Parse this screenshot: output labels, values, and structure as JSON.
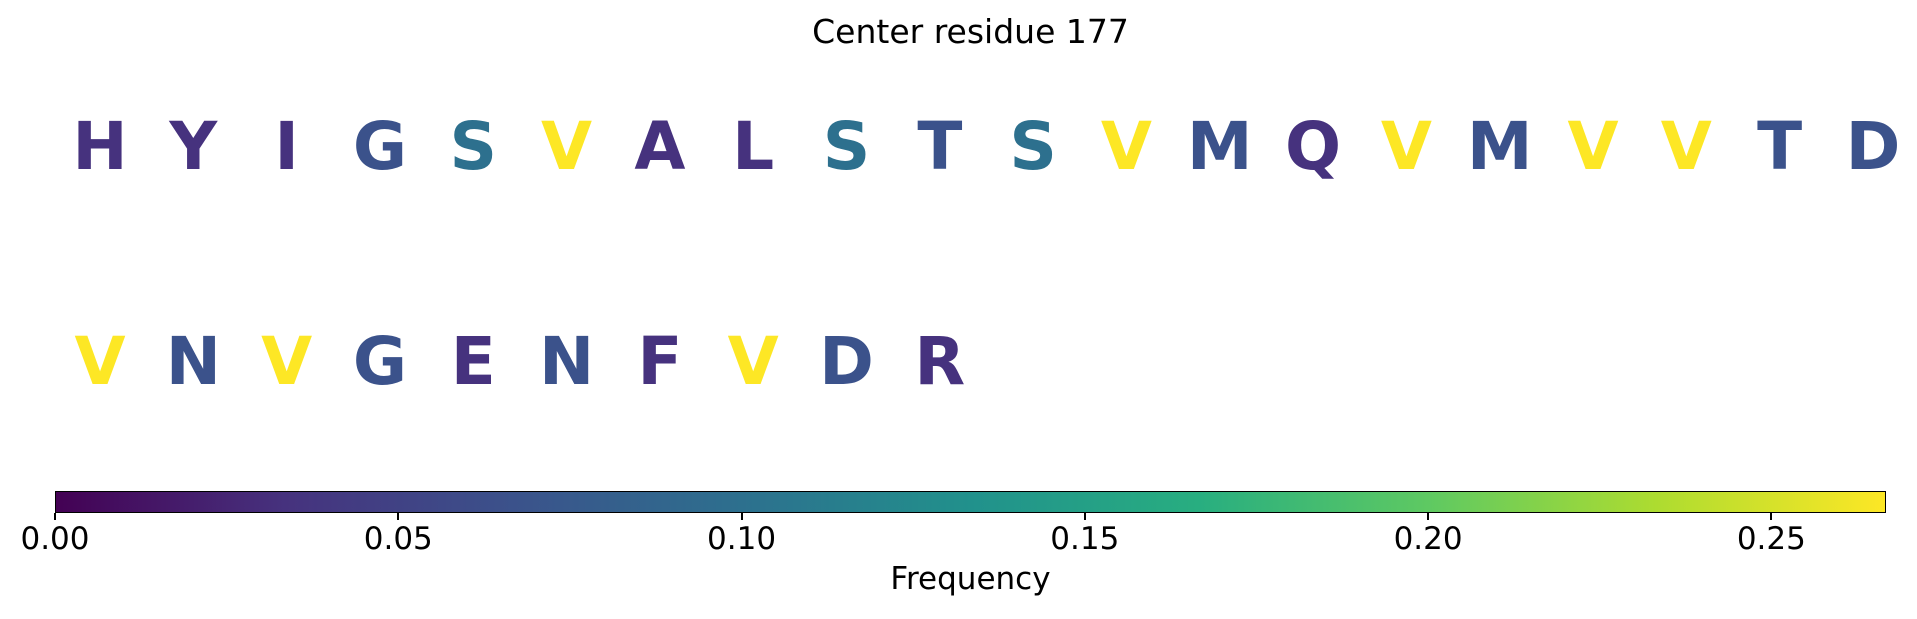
{
  "title": "Center residue 177",
  "chart_data": {
    "type": "heatmap",
    "subtype": "colored-sequence-letters",
    "title": "Center residue 177",
    "description": "Amino-acid letters colored by frequency using the viridis colormap",
    "rows": [
      {
        "letters": [
          {
            "char": "H",
            "frequency": 0.033,
            "color": "#46327e"
          },
          {
            "char": "Y",
            "frequency": 0.033,
            "color": "#46327e"
          },
          {
            "char": "I",
            "frequency": 0.033,
            "color": "#46327e"
          },
          {
            "char": "G",
            "frequency": 0.067,
            "color": "#3b528b"
          },
          {
            "char": "S",
            "frequency": 0.1,
            "color": "#2d708e"
          },
          {
            "char": "V",
            "frequency": 0.267,
            "color": "#fde725"
          },
          {
            "char": "A",
            "frequency": 0.033,
            "color": "#46327e"
          },
          {
            "char": "L",
            "frequency": 0.033,
            "color": "#46327e"
          },
          {
            "char": "S",
            "frequency": 0.1,
            "color": "#2d708e"
          },
          {
            "char": "T",
            "frequency": 0.067,
            "color": "#3b528b"
          },
          {
            "char": "S",
            "frequency": 0.1,
            "color": "#2d708e"
          },
          {
            "char": "V",
            "frequency": 0.267,
            "color": "#fde725"
          },
          {
            "char": "M",
            "frequency": 0.067,
            "color": "#3b528b"
          },
          {
            "char": "Q",
            "frequency": 0.033,
            "color": "#46327e"
          },
          {
            "char": "V",
            "frequency": 0.267,
            "color": "#fde725"
          },
          {
            "char": "M",
            "frequency": 0.067,
            "color": "#3b528b"
          },
          {
            "char": "V",
            "frequency": 0.267,
            "color": "#fde725"
          },
          {
            "char": "V",
            "frequency": 0.267,
            "color": "#fde725"
          },
          {
            "char": "T",
            "frequency": 0.067,
            "color": "#3b528b"
          },
          {
            "char": "D",
            "frequency": 0.067,
            "color": "#3b528b"
          }
        ]
      },
      {
        "letters": [
          {
            "char": "V",
            "frequency": 0.267,
            "color": "#fde725"
          },
          {
            "char": "N",
            "frequency": 0.067,
            "color": "#3b528b"
          },
          {
            "char": "V",
            "frequency": 0.267,
            "color": "#fde725"
          },
          {
            "char": "G",
            "frequency": 0.067,
            "color": "#3b528b"
          },
          {
            "char": "E",
            "frequency": 0.033,
            "color": "#46327e"
          },
          {
            "char": "N",
            "frequency": 0.067,
            "color": "#3b528b"
          },
          {
            "char": "F",
            "frequency": 0.033,
            "color": "#46327e"
          },
          {
            "char": "V",
            "frequency": 0.267,
            "color": "#fde725"
          },
          {
            "char": "D",
            "frequency": 0.067,
            "color": "#3b528b"
          },
          {
            "char": "R",
            "frequency": 0.033,
            "color": "#46327e"
          }
        ]
      }
    ],
    "colorbar": {
      "label": "Frequency",
      "min": 0.0,
      "max": 0.2667,
      "tick_labels": [
        "0.00",
        "0.05",
        "0.10",
        "0.15",
        "0.20",
        "0.25"
      ],
      "tick_values": [
        0.0,
        0.05,
        0.1,
        0.15,
        0.2,
        0.25
      ],
      "colormap": "viridis",
      "gradient_stops": [
        "#440154",
        "#46327e",
        "#3b528b",
        "#2d708e",
        "#21918c",
        "#28ae80",
        "#5ec962",
        "#addc30",
        "#fde725"
      ]
    }
  }
}
